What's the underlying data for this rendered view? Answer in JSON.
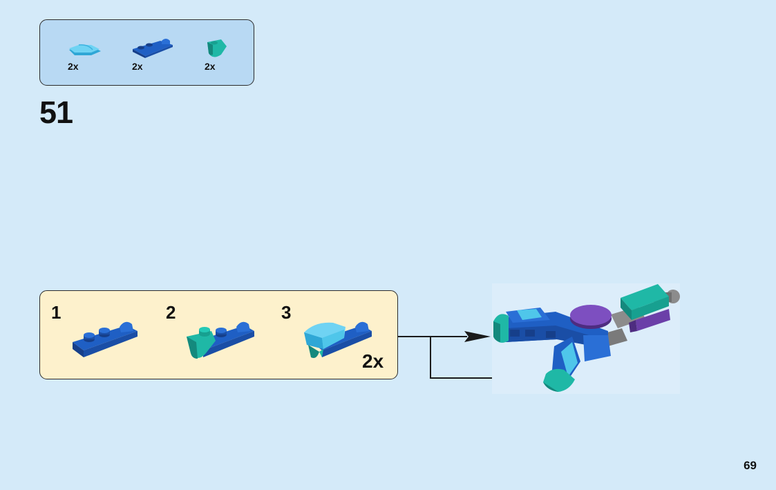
{
  "parts_list": [
    {
      "name": "light-aqua-curved-slope",
      "qty": "2x"
    },
    {
      "name": "blue-plate-with-clip",
      "qty": "2x"
    },
    {
      "name": "teal-tooth-plate",
      "qty": "2x"
    }
  ],
  "step": {
    "number": "51"
  },
  "substeps": [
    {
      "label": "1"
    },
    {
      "label": "2"
    },
    {
      "label": "3"
    }
  ],
  "substep_multiplier": "2x",
  "page_number": "69",
  "colors": {
    "background": "#d4eaf9",
    "parts_box": "#b8d9f3",
    "substep_box": "#fdf1cc",
    "blue_brick": "#1f5fc4",
    "teal_brick": "#1fb8a6",
    "light_aqua_brick": "#4fc6ea",
    "purple_brick": "#6b3fa8",
    "gray_brick": "#8c8c8c"
  },
  "icons": [
    "arrow-right-icon"
  ]
}
